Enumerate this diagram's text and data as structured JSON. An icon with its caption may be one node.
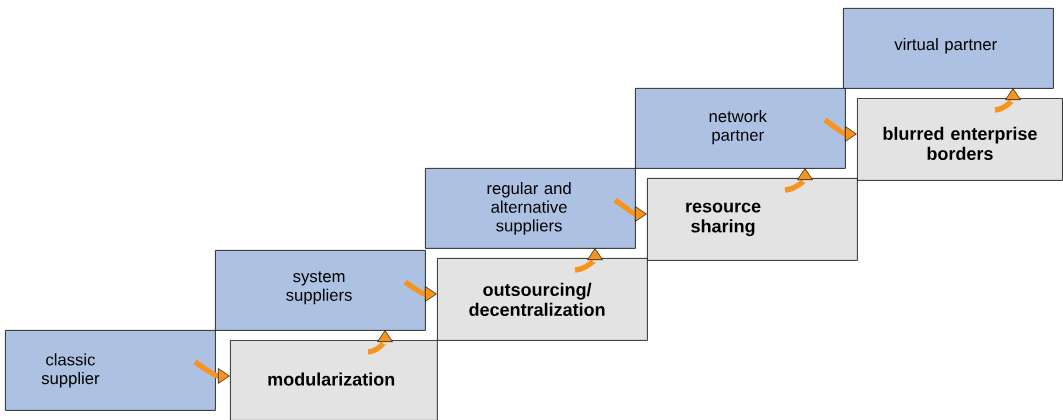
{
  "diagram": {
    "nodes": [
      {
        "text": [
          "classic supplier"
        ]
      },
      {
        "text": [
          "modularization"
        ]
      },
      {
        "text": [
          "system suppliers"
        ]
      },
      {
        "text": [
          "outsourcing/ decentralization"
        ]
      },
      {
        "text": [
          "regular and alternative suppliers"
        ]
      },
      {
        "text": [
          "resource sharing"
        ]
      },
      {
        "text": [
          "network partner"
        ]
      },
      {
        "text": [
          "blurred enterprise borders"
        ]
      },
      {
        "text": [
          "virtual partner"
        ]
      }
    ],
    "edges": [
      {
        "from": 0,
        "to": 1,
        "arrow": "to"
      },
      {
        "from": 1,
        "to": 2,
        "arrow": "to"
      },
      {
        "from": 2,
        "to": 3,
        "arrow": "to"
      },
      {
        "from": 3,
        "to": 4,
        "arrow": "to"
      },
      {
        "from": 4,
        "to": 5,
        "arrow": "to"
      },
      {
        "from": 5,
        "to": 6,
        "arrow": "to"
      },
      {
        "from": 6,
        "to": 7,
        "arrow": "to"
      },
      {
        "from": 7,
        "to": 8,
        "arrow": "to"
      }
    ]
  }
}
